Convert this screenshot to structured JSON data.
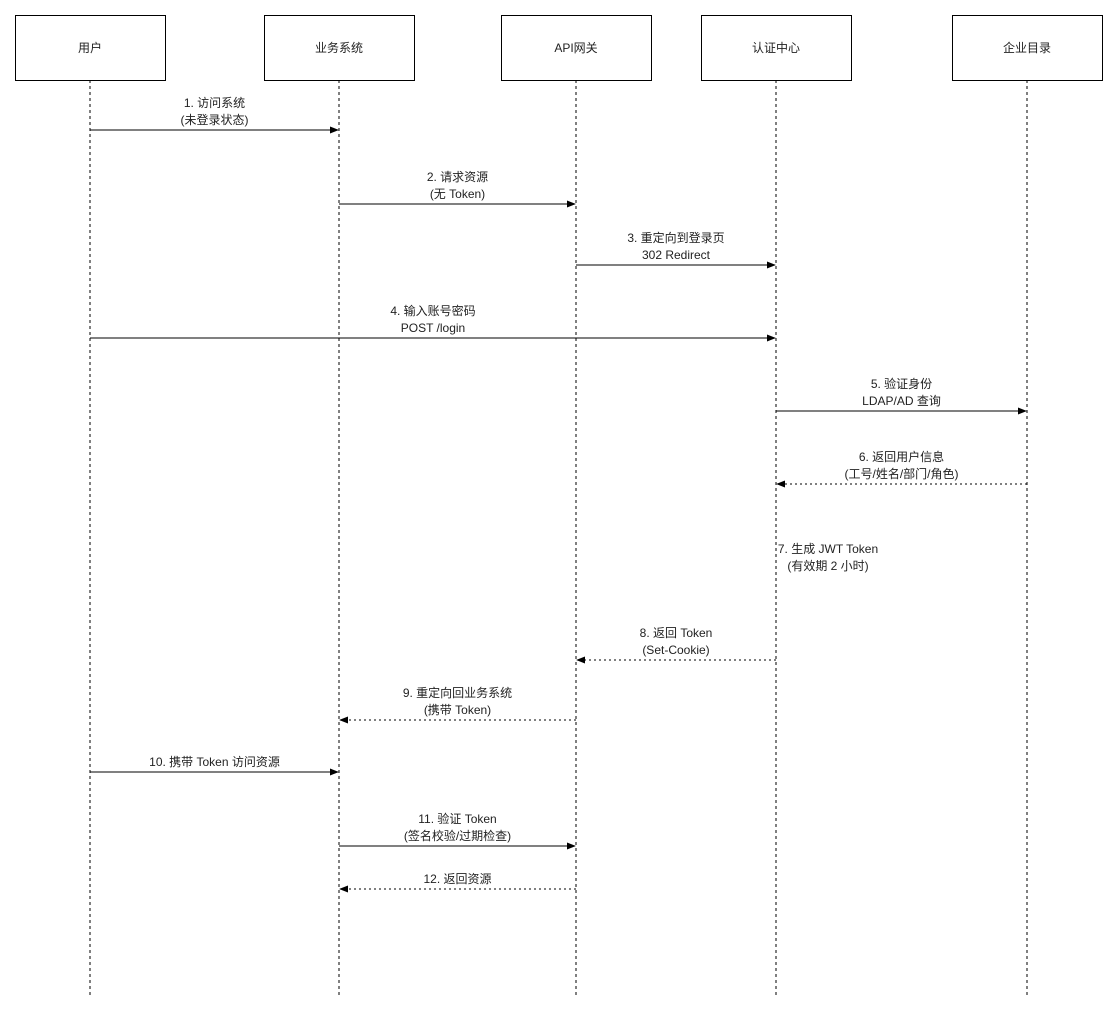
{
  "participants": [
    "用户",
    "业务系统",
    "API网关",
    "认证中心",
    "企业目录"
  ],
  "messages": [
    {
      "from": 0,
      "to": 1,
      "dashed": false,
      "lines": [
        "1. 访问系统",
        "(未登录状态)"
      ]
    },
    {
      "from": 1,
      "to": 2,
      "dashed": false,
      "lines": [
        "2. 请求资源",
        "(无 Token)"
      ]
    },
    {
      "from": 2,
      "to": 3,
      "dashed": false,
      "lines": [
        "3. 重定向到登录页",
        "302 Redirect"
      ]
    },
    {
      "from": 0,
      "to": 3,
      "dashed": false,
      "lines": [
        "4. 输入账号密码",
        "POST /login"
      ]
    },
    {
      "from": 3,
      "to": 4,
      "dashed": false,
      "lines": [
        "5. 验证身份",
        "LDAP/AD 查询"
      ]
    },
    {
      "from": 4,
      "to": 3,
      "dashed": true,
      "lines": [
        "6. 返回用户信息",
        "(工号/姓名/部门/角色)"
      ]
    },
    {
      "from": 3,
      "to": 3,
      "self": true,
      "lines": [
        "7. 生成 JWT Token",
        "(有效期 2 小时)"
      ]
    },
    {
      "from": 3,
      "to": 2,
      "dashed": true,
      "lines": [
        "8. 返回 Token",
        "(Set-Cookie)"
      ]
    },
    {
      "from": 2,
      "to": 1,
      "dashed": true,
      "lines": [
        "9. 重定向回业务系统",
        "(携带 Token)"
      ]
    },
    {
      "from": 0,
      "to": 1,
      "dashed": false,
      "lines": [
        "10. 携带 Token 访问资源"
      ]
    },
    {
      "from": 1,
      "to": 2,
      "dashed": false,
      "lines": [
        "11. 验证 Token",
        "(签名校验/过期检查)"
      ]
    },
    {
      "from": 2,
      "to": 1,
      "dashed": true,
      "lines": [
        "12. 返回资源"
      ]
    }
  ],
  "colors": {
    "line": "#000000",
    "text": "#222222"
  }
}
